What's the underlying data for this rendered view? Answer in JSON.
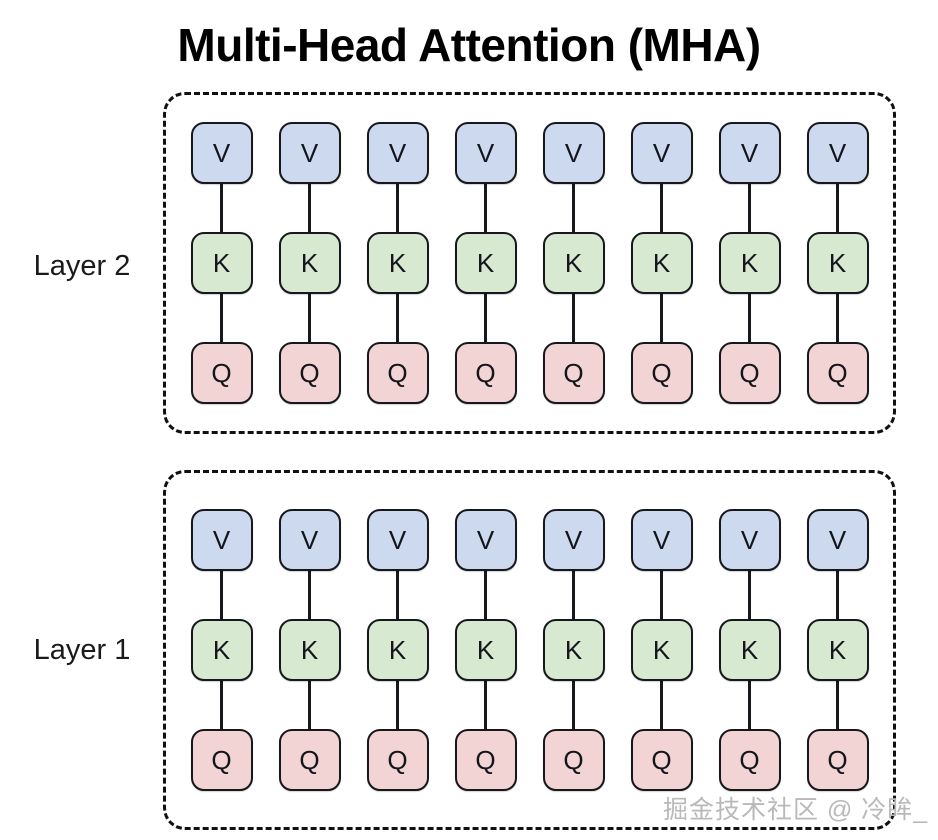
{
  "title": "Multi-Head Attention (MHA)",
  "watermark": "掘金技术社区 @ 冷眸_",
  "colors": {
    "value_fill": "#ccd9ee",
    "key_fill": "#d8e9d2",
    "query_fill": "#f3d4d4",
    "border": "#17181d",
    "background": "#ffffff",
    "text": "#14161c",
    "watermark": "#b9b9b9"
  },
  "node_labels": {
    "value": "V",
    "key": "K",
    "query": "Q"
  },
  "layers": [
    {
      "label": "Layer 2",
      "num_heads": 8,
      "heads": [
        {
          "value": "V",
          "key": "K",
          "query": "Q"
        },
        {
          "value": "V",
          "key": "K",
          "query": "Q"
        },
        {
          "value": "V",
          "key": "K",
          "query": "Q"
        },
        {
          "value": "V",
          "key": "K",
          "query": "Q"
        },
        {
          "value": "V",
          "key": "K",
          "query": "Q"
        },
        {
          "value": "V",
          "key": "K",
          "query": "Q"
        },
        {
          "value": "V",
          "key": "K",
          "query": "Q"
        },
        {
          "value": "V",
          "key": "K",
          "query": "Q"
        }
      ]
    },
    {
      "label": "Layer 1",
      "num_heads": 8,
      "heads": [
        {
          "value": "V",
          "key": "K",
          "query": "Q"
        },
        {
          "value": "V",
          "key": "K",
          "query": "Q"
        },
        {
          "value": "V",
          "key": "K",
          "query": "Q"
        },
        {
          "value": "V",
          "key": "K",
          "query": "Q"
        },
        {
          "value": "V",
          "key": "K",
          "query": "Q"
        },
        {
          "value": "V",
          "key": "K",
          "query": "Q"
        },
        {
          "value": "V",
          "key": "K",
          "query": "Q"
        },
        {
          "value": "V",
          "key": "K",
          "query": "Q"
        }
      ]
    }
  ]
}
